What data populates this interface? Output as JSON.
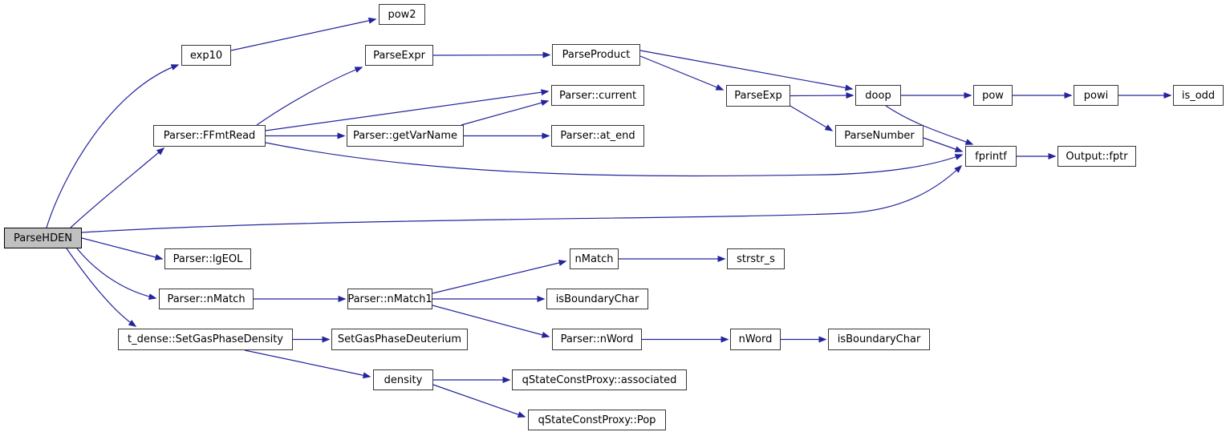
{
  "diagram": {
    "type": "call-graph",
    "root_id": "ParseHDEN",
    "colors": {
      "edge": "#24249c",
      "node_border": "#363636",
      "node_fill": "#ffffff",
      "root_fill": "#c0c0c0",
      "background": "#ffffff",
      "text": "#000000"
    },
    "nodes": [
      {
        "id": "ParseHDEN",
        "label": "ParseHDEN",
        "root": true
      },
      {
        "id": "pow2",
        "label": "pow2"
      },
      {
        "id": "exp10",
        "label": "exp10"
      },
      {
        "id": "ParseExpr",
        "label": "ParseExpr"
      },
      {
        "id": "ParseProduct",
        "label": "ParseProduct"
      },
      {
        "id": "Parser::current",
        "label": "Parser::current"
      },
      {
        "id": "ParseExp",
        "label": "ParseExp"
      },
      {
        "id": "doop",
        "label": "doop"
      },
      {
        "id": "pow",
        "label": "pow"
      },
      {
        "id": "powi",
        "label": "powi"
      },
      {
        "id": "is_odd",
        "label": "is_odd"
      },
      {
        "id": "Parser::FFmtRead",
        "label": "Parser::FFmtRead"
      },
      {
        "id": "Parser::getVarName",
        "label": "Parser::getVarName"
      },
      {
        "id": "Parser::at_end",
        "label": "Parser::at_end"
      },
      {
        "id": "ParseNumber",
        "label": "ParseNumber"
      },
      {
        "id": "fprintf",
        "label": "fprintf"
      },
      {
        "id": "Output::fptr",
        "label": "Output::fptr"
      },
      {
        "id": "Parser::lgEOL",
        "label": "Parser::lgEOL"
      },
      {
        "id": "nMatch",
        "label": "nMatch"
      },
      {
        "id": "strstr_s",
        "label": "strstr_s"
      },
      {
        "id": "Parser::nMatch",
        "label": "Parser::nMatch"
      },
      {
        "id": "Parser::nMatch1",
        "label": "Parser::nMatch1"
      },
      {
        "id": "isBoundaryChar",
        "label": "isBoundaryChar"
      },
      {
        "id": "t_dense::SetGasPhaseDensity",
        "label": "t_dense::SetGasPhaseDensity"
      },
      {
        "id": "SetGasPhaseDeuterium",
        "label": "SetGasPhaseDeuterium"
      },
      {
        "id": "Parser::nWord",
        "label": "Parser::nWord"
      },
      {
        "id": "nWord",
        "label": "nWord"
      },
      {
        "id": "isBoundaryChar2",
        "label": "isBoundaryChar"
      },
      {
        "id": "density",
        "label": "density"
      },
      {
        "id": "qStateConstProxy::associated",
        "label": "qStateConstProxy::associated"
      },
      {
        "id": "qStateConstProxy::Pop",
        "label": "qStateConstProxy::Pop"
      }
    ],
    "edges": [
      {
        "from": "ParseHDEN",
        "to": "exp10"
      },
      {
        "from": "ParseHDEN",
        "to": "Parser::FFmtRead"
      },
      {
        "from": "ParseHDEN",
        "to": "fprintf"
      },
      {
        "from": "ParseHDEN",
        "to": "Parser::lgEOL"
      },
      {
        "from": "ParseHDEN",
        "to": "Parser::nMatch"
      },
      {
        "from": "ParseHDEN",
        "to": "t_dense::SetGasPhaseDensity"
      },
      {
        "from": "exp10",
        "to": "pow2"
      },
      {
        "from": "Parser::FFmtRead",
        "to": "ParseExpr"
      },
      {
        "from": "Parser::FFmtRead",
        "to": "Parser::current"
      },
      {
        "from": "Parser::FFmtRead",
        "to": "Parser::getVarName"
      },
      {
        "from": "Parser::FFmtRead",
        "to": "fprintf"
      },
      {
        "from": "ParseExpr",
        "to": "ParseProduct"
      },
      {
        "from": "ParseProduct",
        "to": "ParseExp"
      },
      {
        "from": "ParseProduct",
        "to": "doop"
      },
      {
        "from": "ParseExp",
        "to": "doop"
      },
      {
        "from": "ParseExp",
        "to": "ParseNumber"
      },
      {
        "from": "doop",
        "to": "pow"
      },
      {
        "from": "doop",
        "to": "fprintf"
      },
      {
        "from": "pow",
        "to": "powi"
      },
      {
        "from": "powi",
        "to": "is_odd"
      },
      {
        "from": "ParseNumber",
        "to": "fprintf"
      },
      {
        "from": "fprintf",
        "to": "Output::fptr"
      },
      {
        "from": "Parser::getVarName",
        "to": "Parser::current"
      },
      {
        "from": "Parser::getVarName",
        "to": "Parser::at_end"
      },
      {
        "from": "Parser::nMatch",
        "to": "Parser::nMatch1"
      },
      {
        "from": "Parser::nMatch1",
        "to": "nMatch"
      },
      {
        "from": "Parser::nMatch1",
        "to": "isBoundaryChar"
      },
      {
        "from": "Parser::nMatch1",
        "to": "Parser::nWord"
      },
      {
        "from": "nMatch",
        "to": "strstr_s"
      },
      {
        "from": "Parser::nWord",
        "to": "nWord"
      },
      {
        "from": "nWord",
        "to": "isBoundaryChar2"
      },
      {
        "from": "t_dense::SetGasPhaseDensity",
        "to": "SetGasPhaseDeuterium"
      },
      {
        "from": "t_dense::SetGasPhaseDensity",
        "to": "density"
      },
      {
        "from": "density",
        "to": "qStateConstProxy::associated"
      },
      {
        "from": "density",
        "to": "qStateConstProxy::Pop"
      }
    ]
  }
}
